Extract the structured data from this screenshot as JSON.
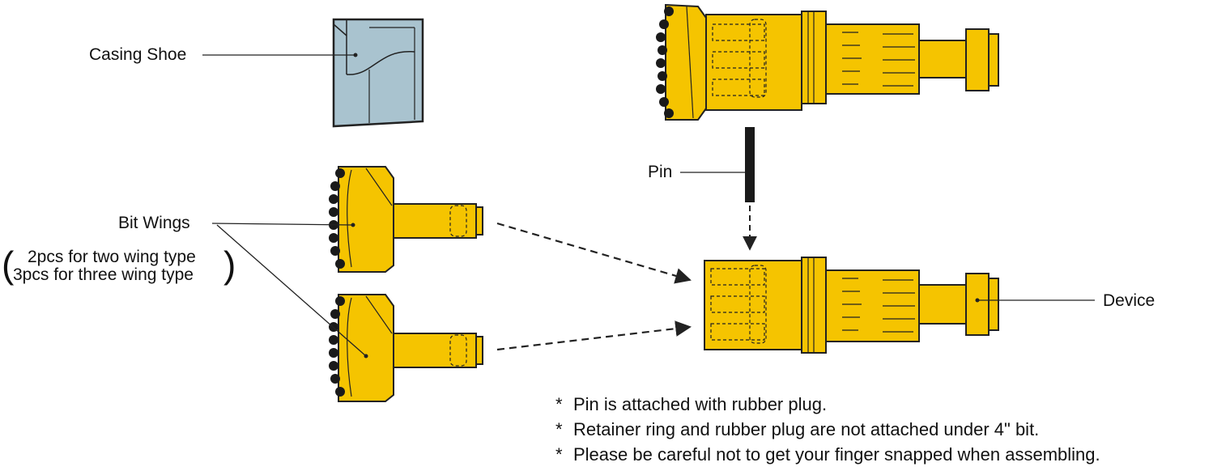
{
  "labels": {
    "casing_shoe": "Casing Shoe",
    "pin": "Pin",
    "bit_wings": "Bit Wings",
    "bit_wings_note_1": "2pcs for two wing type",
    "bit_wings_note_2": "3pcs for three wing type",
    "device": "Device",
    "paren_open": "(",
    "paren_close": ")"
  },
  "notes": [
    {
      "star": "*",
      "text": "Pin is attached with rubber plug."
    },
    {
      "star": "*",
      "text": "Retainer ring and rubber plug are not attached under 4\" bit."
    },
    {
      "star": "*",
      "text": "Please be careful not to get your finger snapped when assembling."
    }
  ],
  "colors": {
    "part_yellow": "#F5C400",
    "casing_blue": "#A9C3CF",
    "outline": "#222222",
    "button_black": "#1A1A1A"
  }
}
